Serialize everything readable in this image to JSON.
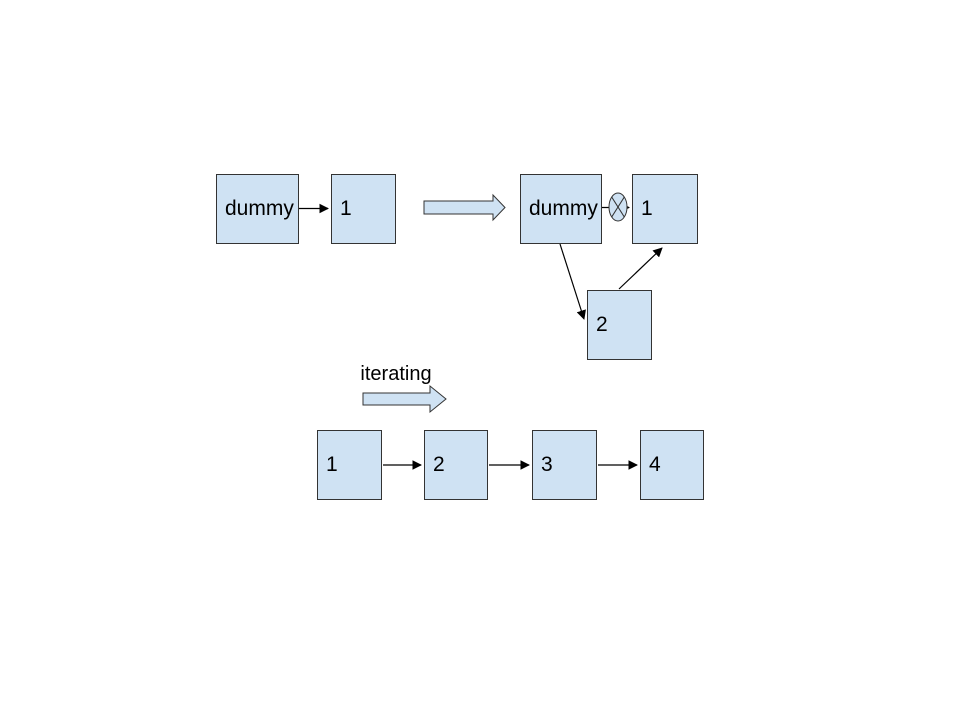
{
  "colors": {
    "node_fill": "#cfe2f3",
    "node_border": "#333333",
    "arrow": "#000000",
    "text": "#000000",
    "background": "#ffffff"
  },
  "nodes": {
    "before_dummy": "dummy",
    "before_1": "1",
    "after_dummy": "dummy",
    "after_1": "1",
    "after_2": "2",
    "list_1": "1",
    "list_2": "2",
    "list_3": "3",
    "list_4": "4"
  },
  "labels": {
    "iterating": "iterating"
  },
  "icons": {
    "transform_arrow": "block-arrow-right",
    "iterating_arrow": "block-arrow-right",
    "removed_link_marker": "crossed-circle"
  }
}
